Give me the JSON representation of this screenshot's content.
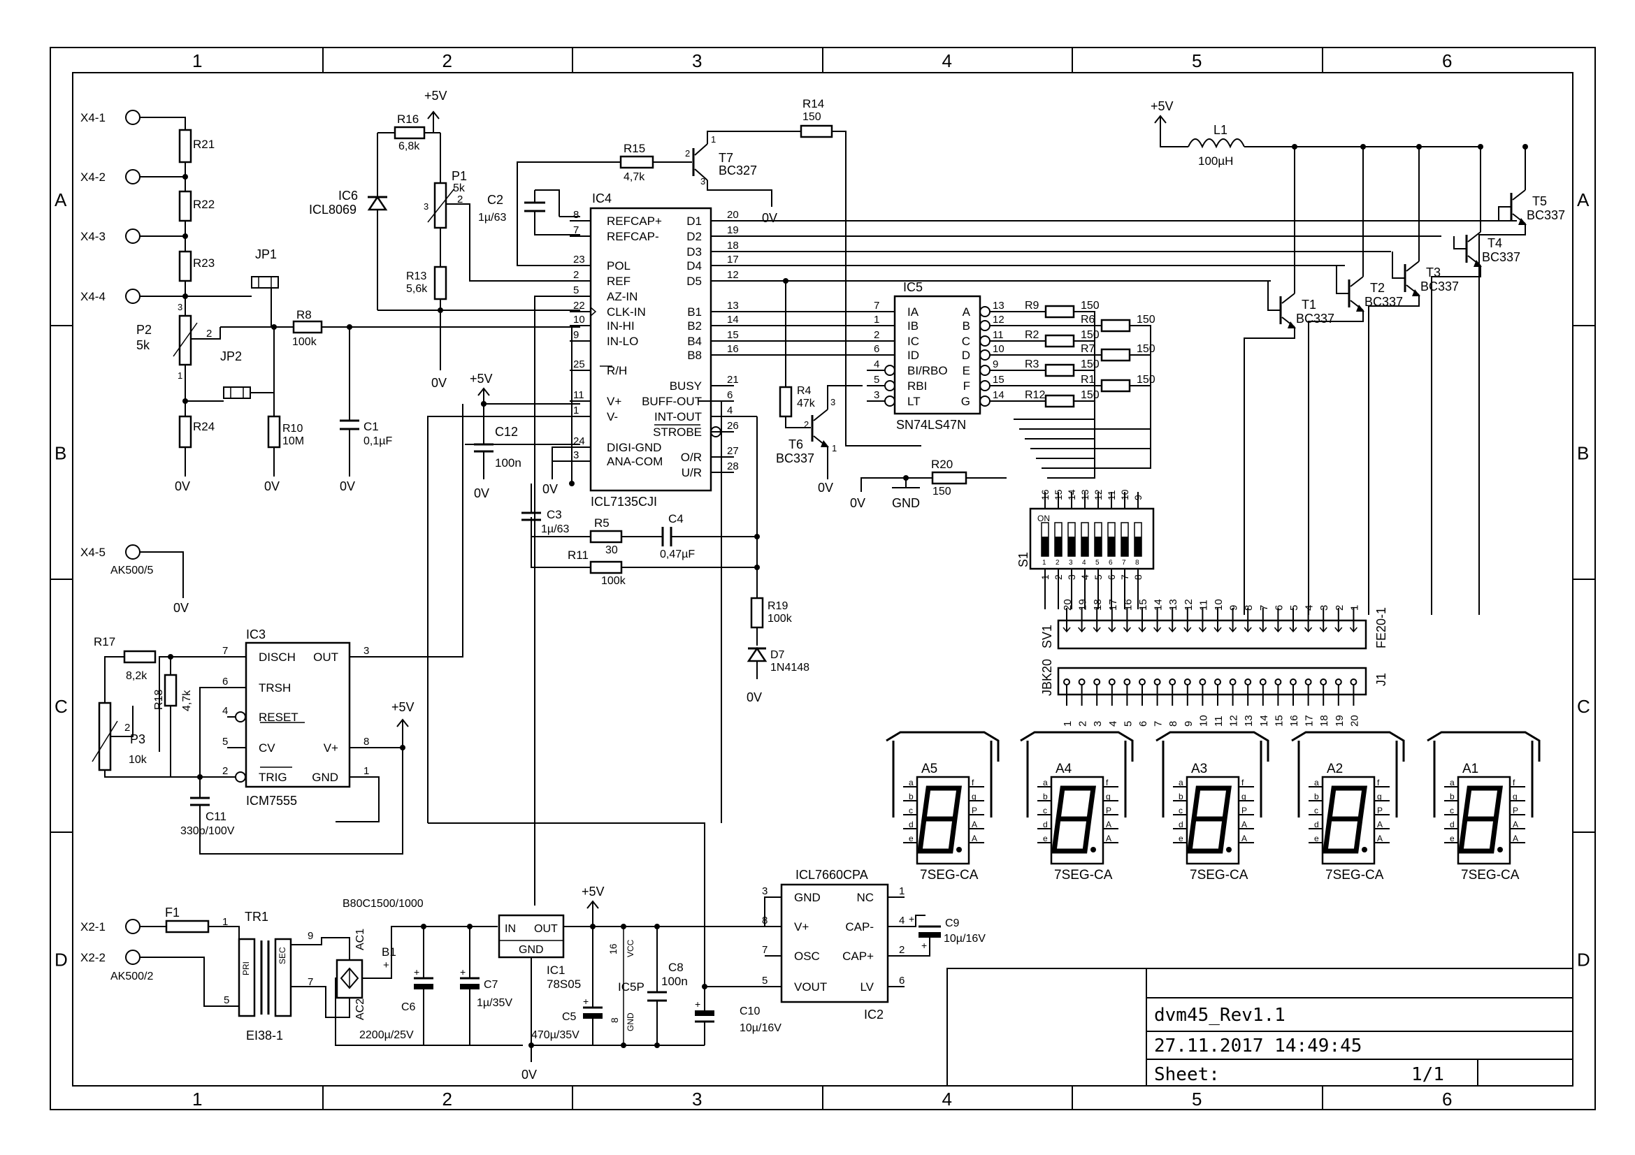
{
  "frame": {
    "columns": [
      "1",
      "2",
      "3",
      "4",
      "5",
      "6"
    ],
    "rows": [
      "A",
      "B",
      "C",
      "D"
    ]
  },
  "title_block": {
    "name": "dvm45_Rev1.1",
    "date": "27.11.2017 14:49:45",
    "sheet_label": "Sheet:",
    "sheet_value": "1/1"
  },
  "ground": "0V",
  "supply": "+5V",
  "connectors": {
    "x4_1": "X4-1",
    "x4_2": "X4-2",
    "x4_3": "X4-3",
    "x4_4": "X4-4",
    "x4_5": "X4-5",
    "x4_type": "AK500/5",
    "x2_1": "X2-1",
    "x2_2": "X2-2",
    "x2_type": "AK500/2"
  },
  "divider": {
    "r21": "R21",
    "r22": "R22",
    "r23": "R23",
    "r24": "R24",
    "p2": "P2",
    "p2_val": "5k",
    "jp1": "JP1",
    "jp2": "JP2",
    "r8": "R8",
    "r8_val": "100k",
    "r10": "R10",
    "r10_val": "10M",
    "c1": "C1",
    "c1_val": "0,1µF"
  },
  "reference": {
    "r16": "R16",
    "r16_val": "6,8k",
    "ic6": "IC6",
    "ic6_type": "ICL8069",
    "p1": "P1",
    "p1_val": "5k",
    "r13": "R13",
    "r13_val": "5,6k",
    "c2": "C2",
    "c2_val": "1µ/63"
  },
  "ic4": {
    "name": "IC4",
    "type": "ICL7135CJI",
    "left_pins": [
      {
        "num": "8",
        "label": "REFCAP+"
      },
      {
        "num": "7",
        "label": "REFCAP-"
      },
      {
        "num": "23",
        "label": "POL"
      },
      {
        "num": "2",
        "label": "REF"
      },
      {
        "num": "5",
        "label": "AZ-IN"
      },
      {
        "num": "22",
        "label": "CLK-IN"
      },
      {
        "num": "10",
        "label": "IN-HI"
      },
      {
        "num": "9",
        "label": "IN-LO"
      },
      {
        "num": "25",
        "label": "R/H"
      },
      {
        "num": "11",
        "label": "V+"
      },
      {
        "num": "1",
        "label": "V-"
      },
      {
        "num": "24",
        "label": "DIGI-GND"
      },
      {
        "num": "3",
        "label": "ANA-COM"
      }
    ],
    "right_pins": [
      {
        "num": "20",
        "label": "D1"
      },
      {
        "num": "19",
        "label": "D2"
      },
      {
        "num": "18",
        "label": "D3"
      },
      {
        "num": "17",
        "label": "D4"
      },
      {
        "num": "12",
        "label": "D5"
      },
      {
        "num": "13",
        "label": "B1"
      },
      {
        "num": "14",
        "label": "B2"
      },
      {
        "num": "15",
        "label": "B4"
      },
      {
        "num": "16",
        "label": "B8"
      },
      {
        "num": "21",
        "label": "BUSY"
      },
      {
        "num": "6",
        "label": "BUFF-OUT"
      },
      {
        "num": "4",
        "label": "INT-OUT"
      },
      {
        "num": "26",
        "label": "STROBE"
      },
      {
        "num": "27",
        "label": "O/R"
      },
      {
        "num": "28",
        "label": "U/R"
      }
    ]
  },
  "integrator": {
    "c12": "C12",
    "c12_val": "100n",
    "c3": "C3",
    "c3_val": "1µ/63",
    "r5": "R5",
    "r5_val": "30",
    "c4": "C4",
    "c4_val": "0,47µF",
    "r11": "R11",
    "r11_val": "100k",
    "r19": "R19",
    "r19_val": "100k",
    "d7": "D7",
    "d7_type": "1N4148"
  },
  "sign": {
    "r15": "R15",
    "r15_val": "4,7k",
    "t7": "T7",
    "t7_type": "BC327",
    "r14": "R14",
    "r14_val": "150",
    "r4": "R4",
    "r4_val": "47k",
    "t6": "T6",
    "t6_type": "BC337"
  },
  "ic5": {
    "name": "IC5",
    "type": "SN74LS47N",
    "left_pins": [
      {
        "num": "7",
        "label": "IA"
      },
      {
        "num": "1",
        "label": "IB"
      },
      {
        "num": "2",
        "label": "IC"
      },
      {
        "num": "6",
        "label": "ID"
      },
      {
        "num": "4",
        "label": "BI/RBO"
      },
      {
        "num": "5",
        "label": "RBI"
      },
      {
        "num": "3",
        "label": "LT"
      }
    ],
    "right_pins": [
      {
        "num": "13",
        "label": "A"
      },
      {
        "num": "12",
        "label": "B"
      },
      {
        "num": "11",
        "label": "C"
      },
      {
        "num": "10",
        "label": "D"
      },
      {
        "num": "9",
        "label": "E"
      },
      {
        "num": "15",
        "label": "F"
      },
      {
        "num": "14",
        "label": "G"
      }
    ]
  },
  "segment_resistors": [
    {
      "name": "R9",
      "val": "150"
    },
    {
      "name": "R6",
      "val": "150"
    },
    {
      "name": "R2",
      "val": "150"
    },
    {
      "name": "R7",
      "val": "150"
    },
    {
      "name": "R3",
      "val": "150"
    },
    {
      "name": "R1",
      "val": "150"
    },
    {
      "name": "R12",
      "val": "150"
    }
  ],
  "gnd_branch": {
    "r20": "R20",
    "r20_val": "150",
    "gnd": "GND"
  },
  "digit_drivers": {
    "l1": "L1",
    "l1_val": "100µH",
    "transistors": [
      {
        "name": "T1",
        "type": "BC337"
      },
      {
        "name": "T2",
        "type": "BC337"
      },
      {
        "name": "T3",
        "type": "BC337"
      },
      {
        "name": "T4",
        "type": "BC337"
      },
      {
        "name": "T5",
        "type": "BC337"
      }
    ]
  },
  "switch": {
    "name": "S1",
    "on": "ON",
    "top_pins": [
      "16",
      "15",
      "14",
      "13",
      "12",
      "11",
      "10",
      "9"
    ],
    "bottom_pins": [
      "1",
      "2",
      "3",
      "4",
      "5",
      "6",
      "7",
      "8"
    ],
    "inner_nums": [
      "1",
      "2",
      "3",
      "4",
      "5",
      "6",
      "7",
      "8"
    ]
  },
  "headers": {
    "sv1": "SV1",
    "sv1_type": "FE20-1",
    "j1": "J1",
    "j1_type": "JBK20",
    "sv1_pins": [
      "20",
      "19",
      "18",
      "17",
      "16",
      "15",
      "14",
      "13",
      "12",
      "11",
      "10",
      "9",
      "8",
      "7",
      "6",
      "5",
      "4",
      "3",
      "2",
      "1"
    ],
    "j1_pins": [
      "1",
      "2",
      "3",
      "4",
      "5",
      "6",
      "7",
      "8",
      "9",
      "10",
      "11",
      "12",
      "13",
      "14",
      "15",
      "16",
      "17",
      "18",
      "19",
      "20"
    ]
  },
  "displays": {
    "names": [
      "A5",
      "A4",
      "A3",
      "A2",
      "A1"
    ],
    "type": "7SEG-CA",
    "left_pins": [
      "a",
      "b",
      "c",
      "d",
      "e"
    ],
    "right_pins": [
      "f",
      "g",
      "P",
      "A",
      "A"
    ]
  },
  "ic3": {
    "name": "IC3",
    "type": "ICM7555",
    "left_pins": [
      {
        "num": "7",
        "label": "DISCH"
      },
      {
        "num": "6",
        "label": "TRSH"
      },
      {
        "num": "4",
        "label": "RESET"
      },
      {
        "num": "5",
        "label": "CV"
      },
      {
        "num": "2",
        "label": "TRIG"
      }
    ],
    "right_pins": [
      {
        "num": "3",
        "label": "OUT"
      },
      {
        "num": "8",
        "label": "V+"
      },
      {
        "num": "1",
        "label": "GND"
      }
    ],
    "r17": "R17",
    "r17_val": "8,2k",
    "r18": "R18",
    "r18_val": "4,7k",
    "p3": "P3",
    "p3_val": "10k",
    "c11": "C11",
    "c11_val": "330p/100V"
  },
  "power": {
    "f1": "F1",
    "tr1": "TR1",
    "tr1_type": "EI38-1",
    "pri": "PRI",
    "sec": "SEC",
    "b1": "B1",
    "b1_type": "B80C1500/1000",
    "ac1": "AC1",
    "ac2": "AC2",
    "c6": "C6",
    "c6_val": "2200µ/25V",
    "c7": "C7",
    "c7_val": "1µ/35V",
    "ic1": "IC1",
    "ic1_type": "78S05",
    "in": "IN",
    "out": "OUT",
    "gnd": "GND",
    "c5": "C5",
    "c5_val": "470µ/35V",
    "ic5p": "IC5P",
    "vcc": "VCC",
    "gnd_pin": "GND",
    "c8": "C8",
    "c8_val": "100n",
    "c10": "C10",
    "c10_val": "10µ/16V"
  },
  "ic2": {
    "name": "IC2",
    "type": "ICL7660CPA",
    "left_pins": [
      {
        "num": "3",
        "label": "GND"
      },
      {
        "num": "8",
        "label": "V+"
      },
      {
        "num": "7",
        "label": "OSC"
      },
      {
        "num": "5",
        "label": "VOUT"
      }
    ],
    "right_pins": [
      {
        "num": "1",
        "label": "NC"
      },
      {
        "num": "4",
        "label": "CAP-"
      },
      {
        "num": "2",
        "label": "CAP+"
      },
      {
        "num": "6",
        "label": "LV"
      }
    ],
    "c9": "C9",
    "c9_val": "10µ/16V"
  }
}
